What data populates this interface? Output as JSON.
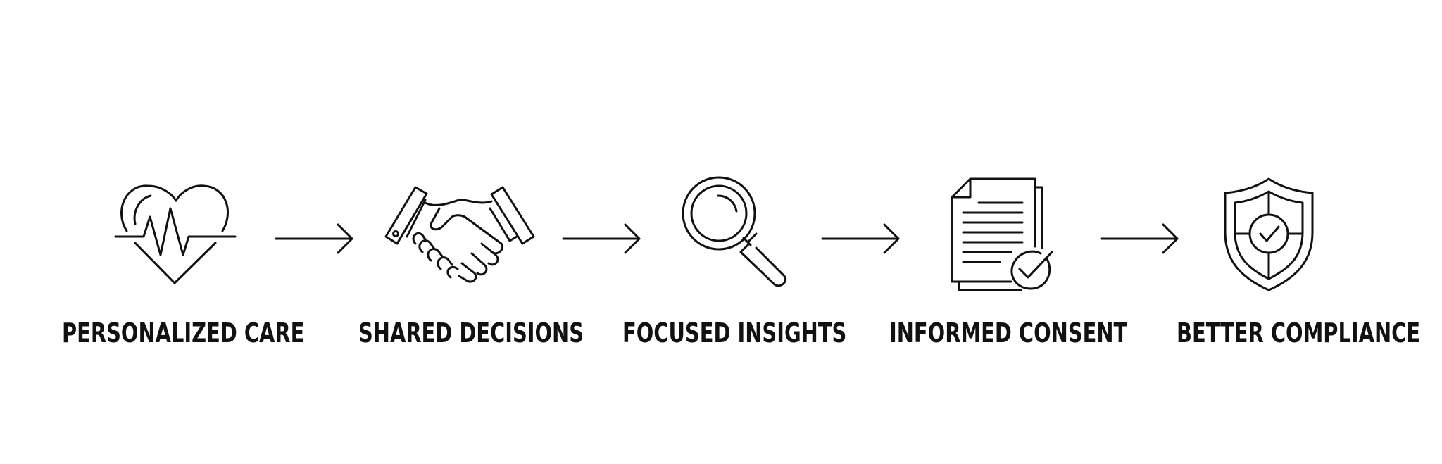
{
  "steps": [
    {
      "label": "PERSONALIZED CARE",
      "icon": "heart-pulse-icon"
    },
    {
      "label": "SHARED DECISIONS",
      "icon": "handshake-icon"
    },
    {
      "label": "FOCUSED INSIGHTS",
      "icon": "magnifying-glass-icon"
    },
    {
      "label": "INFORMED CONSENT",
      "icon": "document-check-icon"
    },
    {
      "label": "BETTER COMPLIANCE",
      "icon": "shield-check-icon"
    }
  ],
  "connector_icon": "right-arrow-icon",
  "colors": {
    "stroke": "#111111",
    "background": "#ffffff"
  }
}
